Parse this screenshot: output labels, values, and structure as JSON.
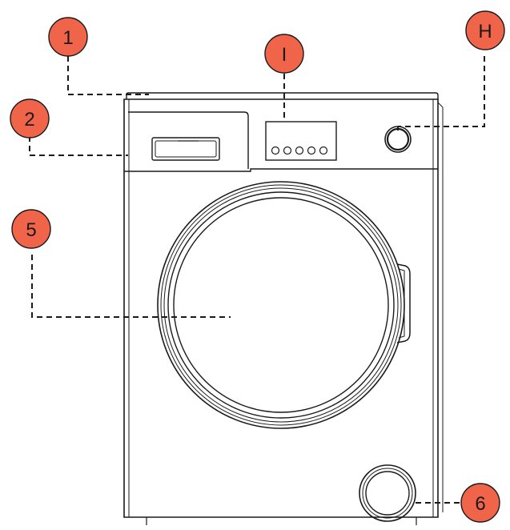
{
  "callout_color": "#f0654a",
  "callouts": [
    {
      "id": "1",
      "label": "1"
    },
    {
      "id": "2",
      "label": "2"
    },
    {
      "id": "5",
      "label": "5"
    },
    {
      "id": "I",
      "label": "I"
    },
    {
      "id": "H",
      "label": "H"
    },
    {
      "id": "6",
      "label": "6"
    }
  ]
}
